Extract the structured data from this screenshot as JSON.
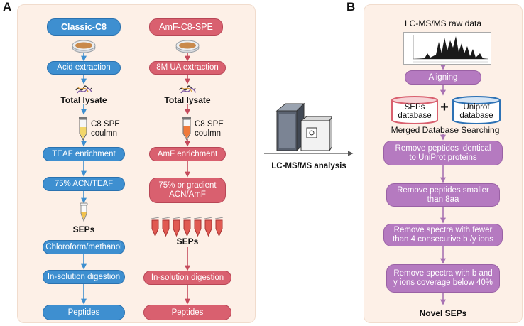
{
  "panelA": {
    "letter": "A",
    "classic": {
      "header": "Classic-C8",
      "step1": "Acid extraction",
      "lysate": "Total lysate",
      "column": "C8 SPE\ncoulmn",
      "enrich": "TEAF enrichment",
      "elute": "75% ACN/TEAF",
      "seps": "SEPs",
      "chloro": "Chloroform/methanol",
      "digest": "In-solution digestion",
      "peptides": "Peptides"
    },
    "amf": {
      "header": "AmF-C8-SPE",
      "step1": "8M UA extraction",
      "lysate": "Total lysate",
      "column": "C8 SPE\ncoulmn",
      "enrich": "AmF enrichment",
      "elute": "75% or gradient\nACN/AmF",
      "seps": "SEPs",
      "digest": "In-solution digestion",
      "peptides": "Peptides"
    }
  },
  "middle": {
    "analysis": "LC-MS/MS analysis"
  },
  "panelB": {
    "letter": "B",
    "raw": "LC-MS/MS raw data",
    "aligning": "Aligning",
    "seps_db": "SEPs\ndatabase",
    "plus": "+",
    "uniprot_db": "Uniprot\ndatabase",
    "merged": "Merged Database Searching",
    "filters": [
      "Remove peptides identical\nto UniProt proteins",
      "Remove peptides smaller\nthan 8aa",
      "Remove spectra with fewer\nthan 4 consecutive b /y ions",
      "Remove spectra with b and\ny ions coverage below 40%"
    ],
    "novel": "Novel SEPs"
  },
  "colors": {
    "blue": "#3e8fd0",
    "red": "#d9606f",
    "purple": "#b57ac0",
    "panel": "#fdf0e7"
  }
}
